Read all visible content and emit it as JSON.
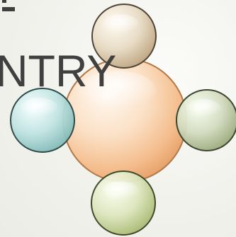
{
  "slide": {
    "heading_fragment": "NTRY"
  },
  "diagram": {
    "type": "hub-and-spoke bubbles",
    "center_color": "#f3b27a",
    "satellites": [
      {
        "position": "top",
        "color": "#c9b79a"
      },
      {
        "position": "left",
        "color": "#8fc5c3"
      },
      {
        "position": "right",
        "color": "#a8b58b"
      },
      {
        "position": "bottom",
        "color": "#b7c582"
      }
    ]
  }
}
